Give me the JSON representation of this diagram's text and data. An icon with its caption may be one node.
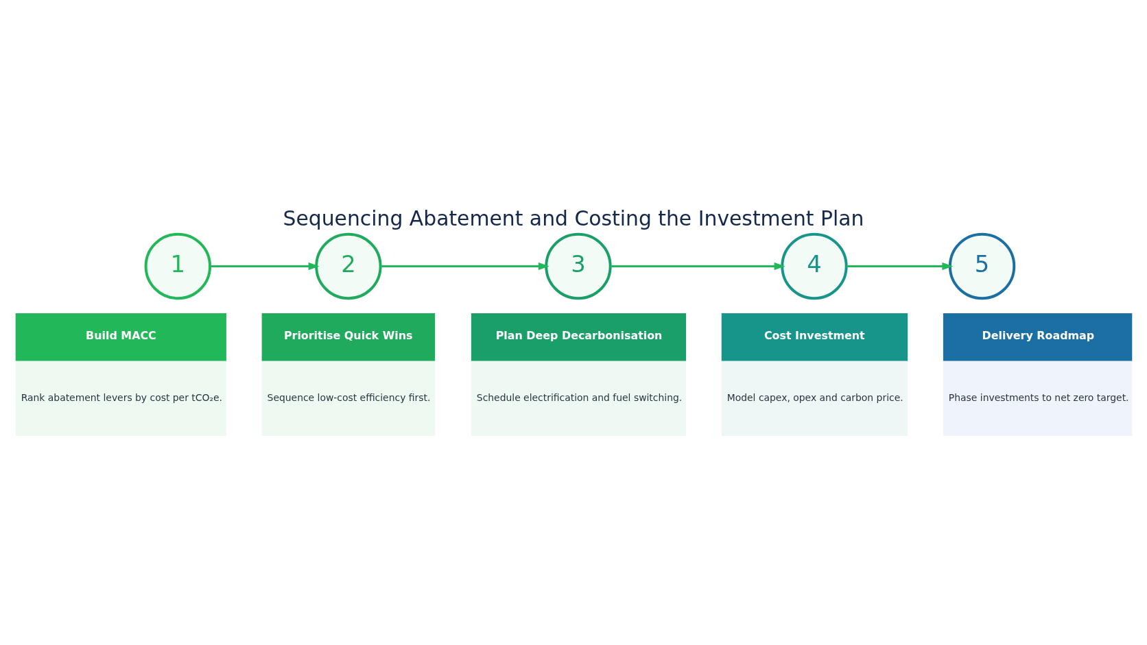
{
  "diagram": {
    "title": "Sequencing Abatement and Costing the Investment Plan",
    "nodes": [
      {
        "text": [
          "1"
        ]
      },
      {
        "text": [
          "Build MACC",
          "Rank abatement levers by cost per tCO₂e."
        ]
      },
      {
        "text": [
          "2"
        ]
      },
      {
        "text": [
          "Prioritise Quick Wins",
          "Sequence low-cost efficiency first."
        ]
      },
      {
        "text": [
          "3"
        ]
      },
      {
        "text": [
          "Plan Deep Decarbonisation",
          "Schedule electrification and fuel switching."
        ]
      },
      {
        "text": [
          "4"
        ]
      },
      {
        "text": [
          "Cost Investment",
          "Model capex, opex and carbon price."
        ]
      },
      {
        "text": [
          "5"
        ]
      },
      {
        "text": [
          "Delivery Roadmap",
          "Phase investments to net zero target."
        ]
      }
    ],
    "edges": [
      {
        "from": 0,
        "to": 2,
        "arrow": "to"
      },
      {
        "from": 2,
        "to": 4,
        "arrow": "to"
      },
      {
        "from": 4,
        "to": 6,
        "arrow": "to"
      },
      {
        "from": 6,
        "to": 8,
        "arrow": "to"
      }
    ]
  }
}
